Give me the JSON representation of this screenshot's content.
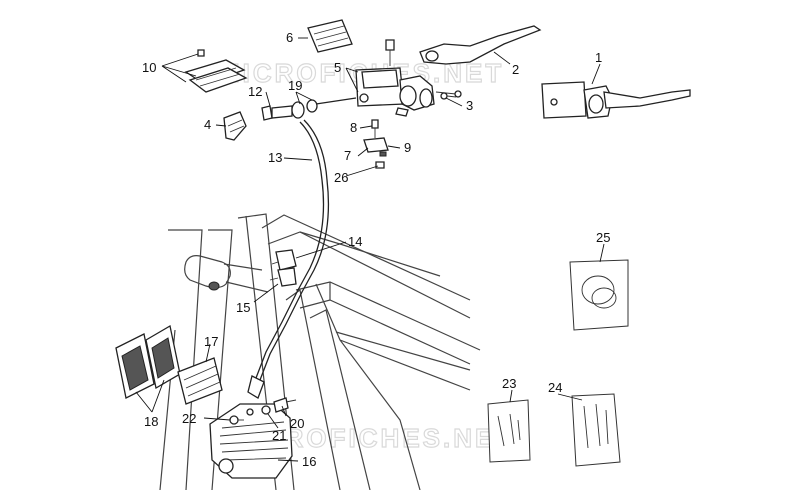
{
  "watermarks": [
    "MICROFICHES.NET",
    "MICROFICHES.NET"
  ],
  "part_labels": [
    {
      "id": "1",
      "text": "1"
    },
    {
      "id": "2",
      "text": "2"
    },
    {
      "id": "3",
      "text": "3"
    },
    {
      "id": "4",
      "text": "4"
    },
    {
      "id": "5",
      "text": "5"
    },
    {
      "id": "6",
      "text": "6"
    },
    {
      "id": "7",
      "text": "7"
    },
    {
      "id": "8",
      "text": "8"
    },
    {
      "id": "9",
      "text": "9"
    },
    {
      "id": "10",
      "text": "10"
    },
    {
      "id": "12",
      "text": "12"
    },
    {
      "id": "13",
      "text": "13"
    },
    {
      "id": "14",
      "text": "14"
    },
    {
      "id": "15",
      "text": "15"
    },
    {
      "id": "16",
      "text": "16"
    },
    {
      "id": "17",
      "text": "17"
    },
    {
      "id": "18",
      "text": "18"
    },
    {
      "id": "19",
      "text": "19"
    },
    {
      "id": "20",
      "text": "20"
    },
    {
      "id": "21",
      "text": "21"
    },
    {
      "id": "22",
      "text": "22"
    },
    {
      "id": "23",
      "text": "23"
    },
    {
      "id": "24",
      "text": "24"
    },
    {
      "id": "25",
      "text": "25"
    },
    {
      "id": "26",
      "text": "26"
    }
  ]
}
